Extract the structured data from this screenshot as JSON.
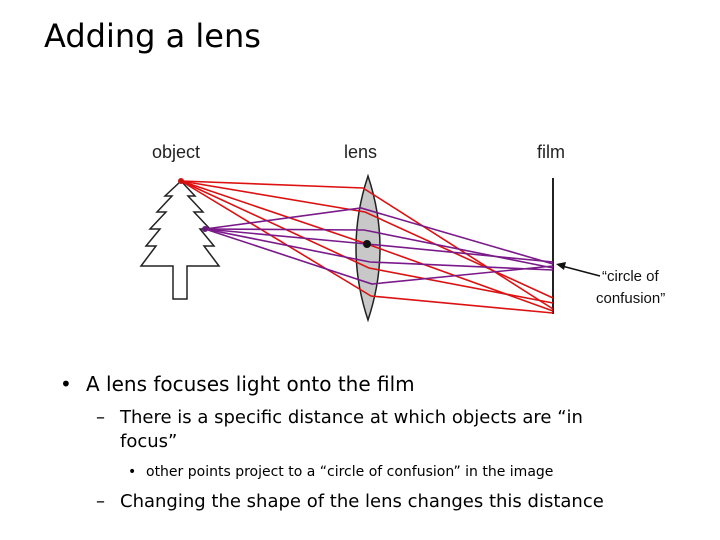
{
  "slide": {
    "title": "Adding a lens"
  },
  "diagram": {
    "labels": {
      "object": "object",
      "lens": "lens",
      "film": "film",
      "coc_line1": "“circle of",
      "coc_line2": "confusion”"
    },
    "colors": {
      "red_ray": "#dd1111",
      "purple_ray": "#7a1a8a",
      "lens_fill": "#c8c8c8",
      "outline": "#222222"
    }
  },
  "bullets": {
    "b1": "A lens focuses light onto the film",
    "b2_line1": "There is a specific distance at which objects are “in",
    "b2_line2": "focus”",
    "b3": "other points project to a “circle of confusion” in the image",
    "b4": "Changing the shape of the lens changes this distance",
    "bullet_symbol": "•",
    "dash_symbol": "–"
  }
}
